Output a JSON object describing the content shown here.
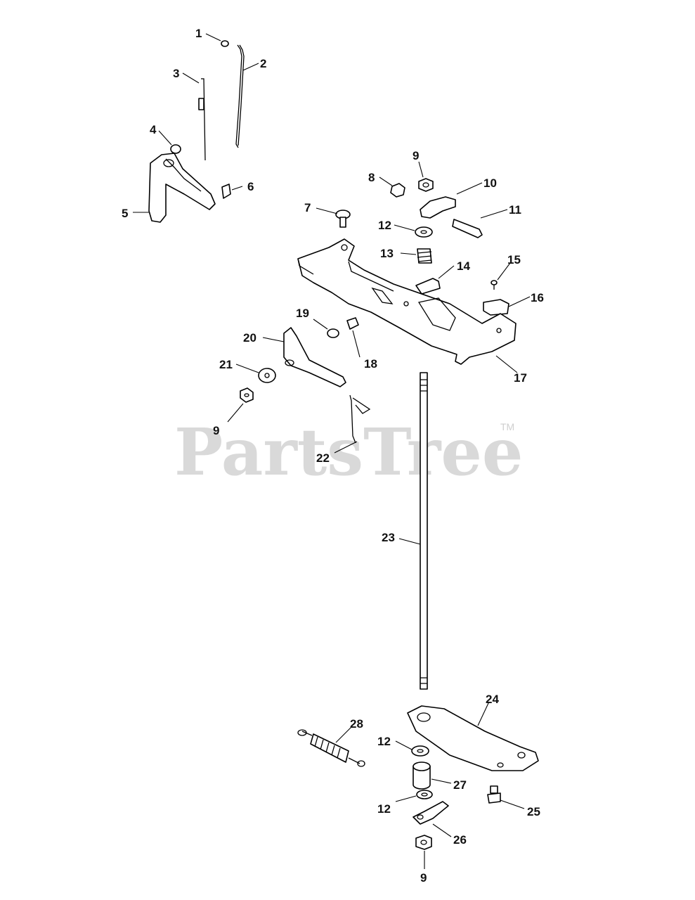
{
  "watermark": {
    "text": "PartsTree",
    "trademark": "TM"
  },
  "callouts": [
    {
      "id": "c1",
      "text": "1"
    },
    {
      "id": "c2",
      "text": "2"
    },
    {
      "id": "c3",
      "text": "3"
    },
    {
      "id": "c4",
      "text": "4"
    },
    {
      "id": "c5",
      "text": "5"
    },
    {
      "id": "c6",
      "text": "6"
    },
    {
      "id": "c7",
      "text": "7"
    },
    {
      "id": "c8",
      "text": "8"
    },
    {
      "id": "c9a",
      "text": "9"
    },
    {
      "id": "c10",
      "text": "10"
    },
    {
      "id": "c11",
      "text": "11"
    },
    {
      "id": "c12a",
      "text": "12"
    },
    {
      "id": "c13",
      "text": "13"
    },
    {
      "id": "c14",
      "text": "14"
    },
    {
      "id": "c15",
      "text": "15"
    },
    {
      "id": "c16",
      "text": "16"
    },
    {
      "id": "c17",
      "text": "17"
    },
    {
      "id": "c18",
      "text": "18"
    },
    {
      "id": "c19",
      "text": "19"
    },
    {
      "id": "c20",
      "text": "20"
    },
    {
      "id": "c21",
      "text": "21"
    },
    {
      "id": "c9b",
      "text": "9"
    },
    {
      "id": "c22",
      "text": "22"
    },
    {
      "id": "c23",
      "text": "23"
    },
    {
      "id": "c24",
      "text": "24"
    },
    {
      "id": "c28",
      "text": "28"
    },
    {
      "id": "c12b",
      "text": "12"
    },
    {
      "id": "c27",
      "text": "27"
    },
    {
      "id": "c12c",
      "text": "12"
    },
    {
      "id": "c25",
      "text": "25"
    },
    {
      "id": "c26",
      "text": "26"
    },
    {
      "id": "c9c",
      "text": "9"
    }
  ]
}
